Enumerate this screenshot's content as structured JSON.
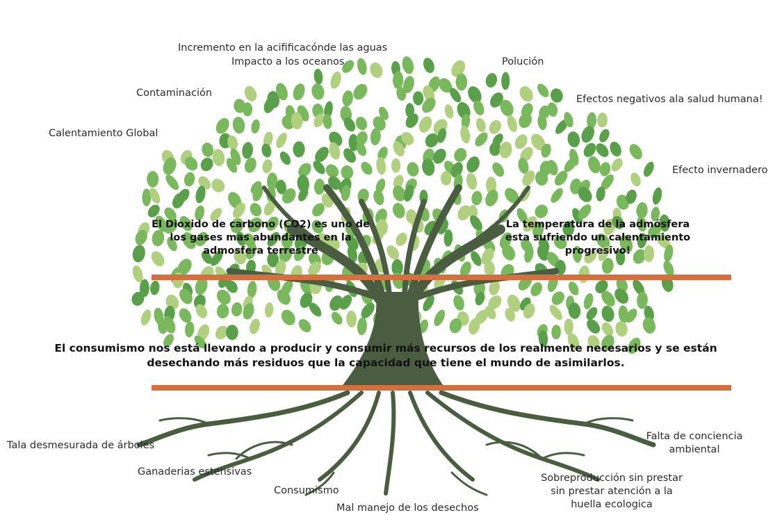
{
  "colors": {
    "bar": "#d4703f",
    "trunk": "#4a5d40",
    "leaf_dark": "#5aa04a",
    "leaf_mid": "#79b85c",
    "leaf_light": "#b0d080"
  },
  "canopy_labels": {
    "acidificacion": "Incremento en la acifificacónde las aguas",
    "oceanos": "Impacto a los oceanos",
    "polucion": "Polución",
    "contaminacion": "Contaminación",
    "salud": "Efectos negativos ala salud humana!",
    "calentamiento": "Calentamiento Global",
    "invernadero": "Efecto invernadero"
  },
  "trunk_text": {
    "co2": [
      "El Dioxido de carbono (CO2) es uno de",
      "los gases mas abundantes en la",
      "admosfera terrestre"
    ],
    "temperatura": [
      "La temperatura de la admósfera",
      "esta sufriendo un calentamiento",
      "progresivo!"
    ],
    "consumismo": [
      "El consumismo nos está llevando a producir y consumir más recursos de los realmente necesarios y se están",
      "desechando más residuos que la capacidad que tiene el mundo de asimilarlos."
    ]
  },
  "root_labels": {
    "tala": "Tala desmesurada de árboles",
    "conciencia": [
      "Falta de conciencia",
      "ambiental"
    ],
    "ganaderias": "Ganaderias estensivas",
    "sobreproduccion": [
      "Sobreproducción sin prestar",
      "sin prestar atención a la",
      "huella ecologica"
    ],
    "consumismo": "Consumismo",
    "desechos": "Mal manejo de los desechos"
  }
}
